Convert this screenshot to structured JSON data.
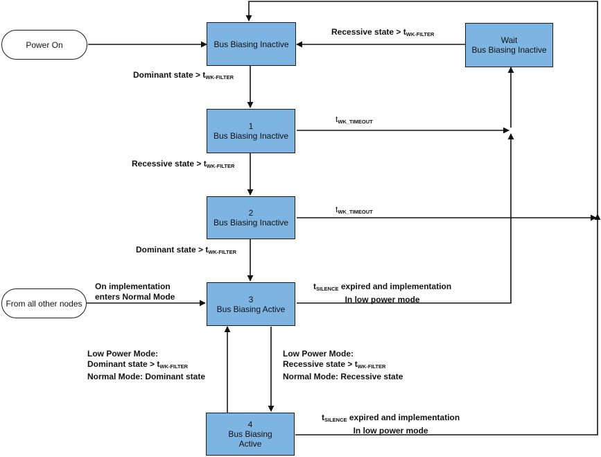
{
  "start_nodes": {
    "power_on": "Power On",
    "all_nodes": "From all other nodes"
  },
  "states": {
    "s0": {
      "line1": "Bus Biasing Inactive"
    },
    "wait": {
      "line1": "Wait",
      "line2": "Bus Biasing Inactive"
    },
    "s1": {
      "line1": "1",
      "line2": "Bus Biasing Inactive"
    },
    "s2": {
      "line1": "2",
      "line2": "Bus Biasing Inactive"
    },
    "s3": {
      "line1": "3",
      "line2": "Bus Biasing Active"
    },
    "s4": {
      "line1": "4",
      "line2": "Bus Biasing",
      "line3": "Active"
    }
  },
  "transitions": {
    "wait_to_s0": {
      "text": "Recessive state > t",
      "sub": "WK-FILTER"
    },
    "s0_to_s1": {
      "text": "Dominant state > t",
      "sub": "WK-FILTER"
    },
    "s1_to_s2": {
      "text": "Recessive state > t",
      "sub": "WK-FILTER"
    },
    "s2_to_s3": {
      "text": "Dominant state > t",
      "sub": "WK-FILTER"
    },
    "s1_timeout": {
      "text": "t",
      "sub": "WK_TIMEOUT"
    },
    "s2_timeout": {
      "text": "t",
      "sub": "WK_TIMEOUT"
    },
    "normal_mode": {
      "line1": "On implementation",
      "line2": "enters Normal Mode"
    },
    "s3_silence": {
      "pre": "t",
      "sub": "SILENCE",
      "post": " expired and implementation",
      "line2": "In low power mode"
    },
    "s4_silence": {
      "pre": "t",
      "sub": "SILENCE",
      "post": " expired and implementation",
      "line2": "In low power mode"
    },
    "s4_to_s3": {
      "line1": "Low Power Mode:",
      "line2_text": "Dominant state > t",
      "line2_sub": "WK-FILTER",
      "line3": "Normal Mode: Dominant state"
    },
    "s3_to_s4": {
      "line1": "Low Power Mode:",
      "line2_text": "Recessive state > t",
      "line2_sub": "WK-FILTER",
      "line3": "Normal Mode: Recessive state"
    }
  }
}
